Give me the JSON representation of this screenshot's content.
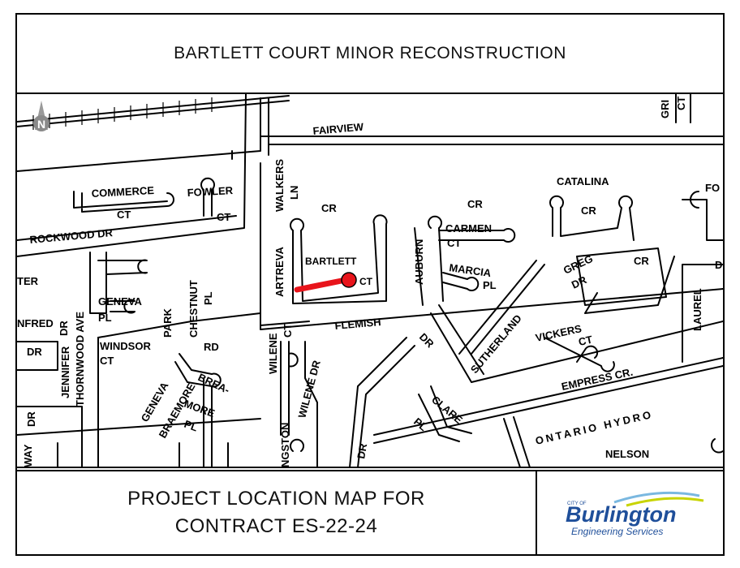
{
  "header": {
    "title": "BARTLETT COURT MINOR RECONSTRUCTION"
  },
  "footer": {
    "line1": "PROJECT LOCATION MAP FOR",
    "line2": "CONTRACT ES-22-24",
    "logo": {
      "small": "CITY OF",
      "name": "Burlington",
      "sub": "Engineering Services"
    }
  },
  "map": {
    "north": "N",
    "highlight_color": "#e8141b",
    "labels": {
      "fairview": "FAIRVIEW",
      "gri": "GRI",
      "ct_top": "CT",
      "commerce": "COMMERCE",
      "commerce_ct": "CT",
      "fowler": "FOWLER",
      "fowler_ct": "CT",
      "walkers": "WALKERS",
      "walkers_ln": "LN",
      "cr1": "CR",
      "rockwood": "ROCKWOOD  DR",
      "artreva": "ARTREVA",
      "bartlett": "BARTLETT",
      "bartlett_ct": "CT",
      "auburn": "AUBURN",
      "cr2": "CR",
      "carmen": "CARMEN",
      "carmen_ct": "CT",
      "marcia": "MARCIA",
      "marcia_pl": "PL",
      "catalina": "CATALINA",
      "catalina_cr": "CR",
      "fo": "FO",
      "greg": "GREG",
      "greg_dr": "DR",
      "cr3": "CR",
      "laurel": "LAUREL",
      "d_right": "D",
      "ter": "TER",
      "geneva": "GENEVA",
      "geneva_pl": "PL",
      "park": "PARK",
      "chestnut": "CHESTNUT",
      "chestnut_pl": "PL",
      "thornwood": "THORNWOOD  AVE",
      "nfred": "NFRED",
      "dr_l1": "DR",
      "dr_l1b": "DR",
      "jennifer": "JENNIFER",
      "windsor": "WINDSOR",
      "windsor_ct": "CT",
      "rd": "RD",
      "wilene": "WILENE",
      "wilene_ct": "CT",
      "flemish": "FLEMISH",
      "flemish_dr": "DR",
      "wilene_dr": "WILENE DR",
      "sutherland": "SUTHERLAND",
      "vickers": "VICKERS",
      "vickers_ct": "CT",
      "empress": "EMPRESS CR.",
      "geneva2": "GENEVA",
      "braemore": "BRAEMORE",
      "brea": "BREA-",
      "more": "MORE",
      "more_pl": "PL",
      "dr_l2": "DR",
      "ingston": "NGSTON",
      "clare": "CLARE",
      "clare_pl": "PL",
      "ontario": "ONTARIO   HYDRO",
      "dr_bottom": "DR",
      "nelson": "NELSON",
      "way": "WAY"
    }
  }
}
